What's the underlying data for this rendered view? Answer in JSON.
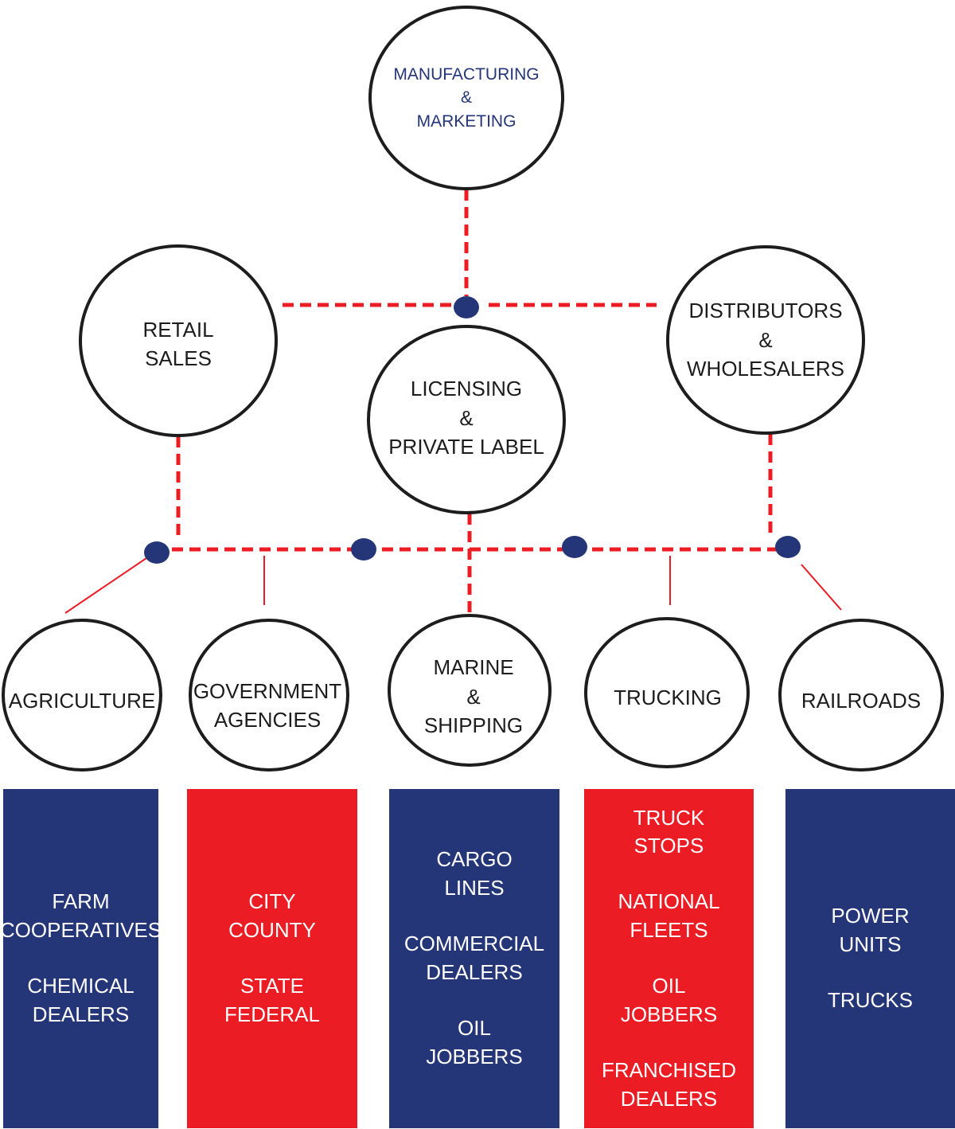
{
  "colors": {
    "navy": "#253678",
    "red": "#ec1c24",
    "outline": "#1d1d1d"
  },
  "nodes": {
    "manufacturing": {
      "lines": [
        "MANUFACTURING",
        "&",
        "MARKETING"
      ]
    },
    "retail": {
      "lines": [
        "RETAIL",
        "SALES"
      ]
    },
    "licensing": {
      "lines": [
        "LICENSING",
        "&",
        "PRIVATE LABEL"
      ]
    },
    "distributors": {
      "lines": [
        "DISTRIBUTORS",
        "&",
        "WHOLESALERS"
      ]
    },
    "agriculture": {
      "lines": [
        "AGRICULTURE"
      ]
    },
    "government": {
      "lines": [
        "GOVERNMENT",
        "AGENCIES"
      ]
    },
    "marine": {
      "lines": [
        "MARINE",
        "&",
        "SHIPPING"
      ]
    },
    "trucking": {
      "lines": [
        "TRUCKING"
      ]
    },
    "railroads": {
      "lines": [
        "RAILROADS"
      ]
    }
  },
  "boxes": {
    "agriculture": {
      "color": "#253678",
      "entries": [
        [
          "FARM",
          "COOPERATIVES"
        ],
        [
          "CHEMICAL",
          "DEALERS"
        ]
      ]
    },
    "government": {
      "color": "#ec1c24",
      "entries": [
        [
          "CITY",
          "COUNTY"
        ],
        [
          "STATE",
          "FEDERAL"
        ]
      ]
    },
    "marine": {
      "color": "#253678",
      "entries": [
        [
          "CARGO",
          "LINES"
        ],
        [
          "COMMERCIAL",
          "DEALERS"
        ],
        [
          "OIL",
          "JOBBERS"
        ]
      ]
    },
    "trucking": {
      "color": "#ec1c24",
      "entries": [
        [
          "TRUCK",
          "STOPS"
        ],
        [
          "NATIONAL",
          "FLEETS"
        ],
        [
          "OIL",
          "JOBBERS"
        ],
        [
          "FRANCHISED",
          "DEALERS"
        ]
      ]
    },
    "railroads": {
      "color": "#253678",
      "entries": [
        [
          "POWER",
          "UNITS"
        ],
        [
          "TRUCKS"
        ]
      ]
    }
  }
}
